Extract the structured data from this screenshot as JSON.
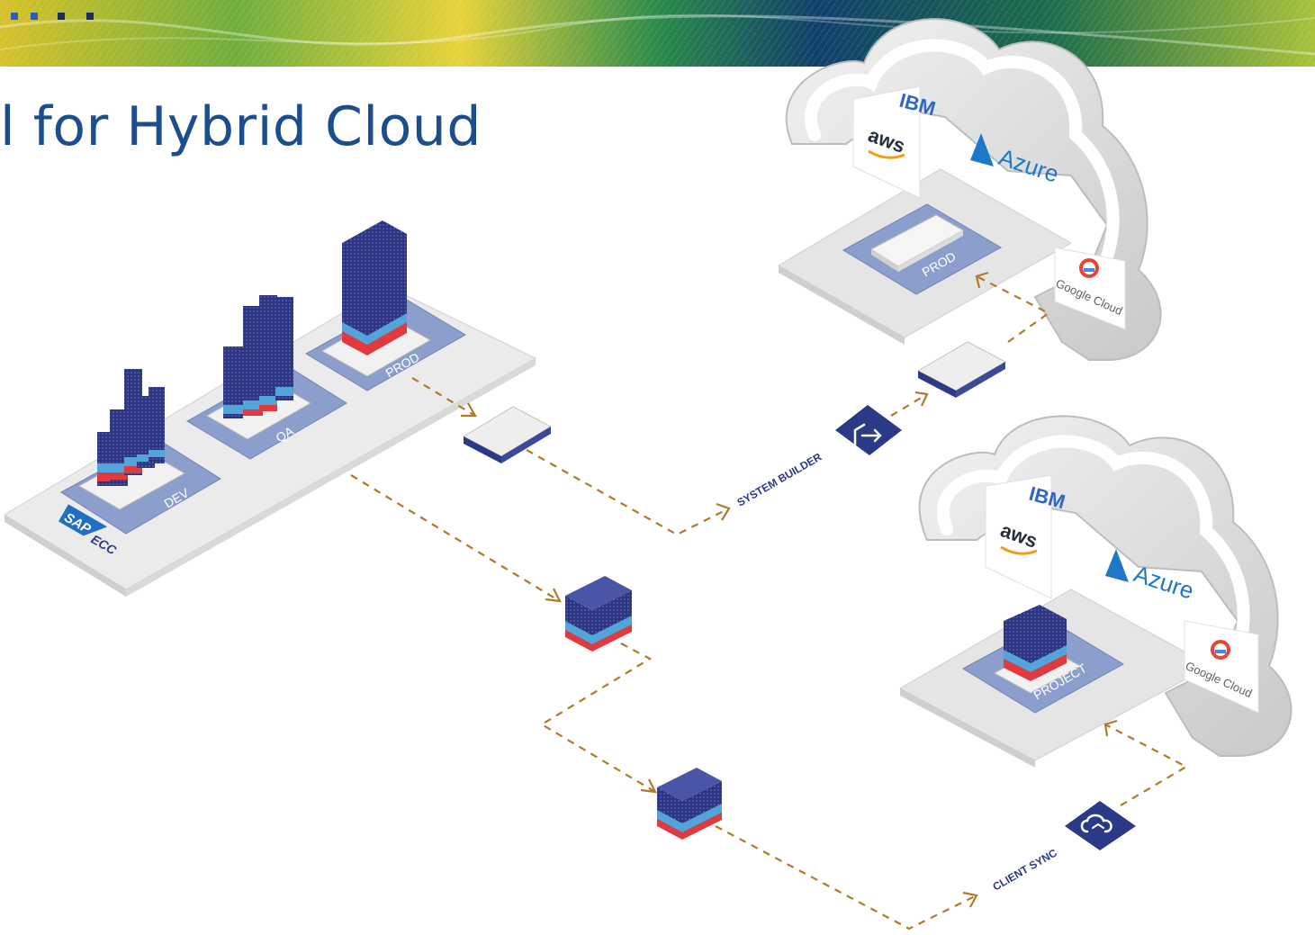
{
  "slide": {
    "title": "l for Hybrid Cloud"
  },
  "on_prem": {
    "logo_sap": "SAP",
    "logo_ecc": "ECC",
    "environments": [
      "DEV",
      "QA",
      "PROD"
    ]
  },
  "cloud_top": {
    "providers": [
      "IBM",
      "aws",
      "Azure",
      "Google Cloud"
    ],
    "environment": "PROD"
  },
  "cloud_bottom": {
    "providers": [
      "IBM",
      "aws",
      "Azure",
      "Google Cloud"
    ],
    "environment": "PROJECT"
  },
  "flows": {
    "system_builder": "SYSTEM BUILDER",
    "client_sync": "CLIENT SYNC"
  },
  "colors": {
    "title": "#1c4e8e",
    "navy": "#2b3a87",
    "platform": "#8fa1c9",
    "arrow": "#b07a2a",
    "cube_blue": "#53a5d9",
    "cube_red": "#e03a3e"
  }
}
